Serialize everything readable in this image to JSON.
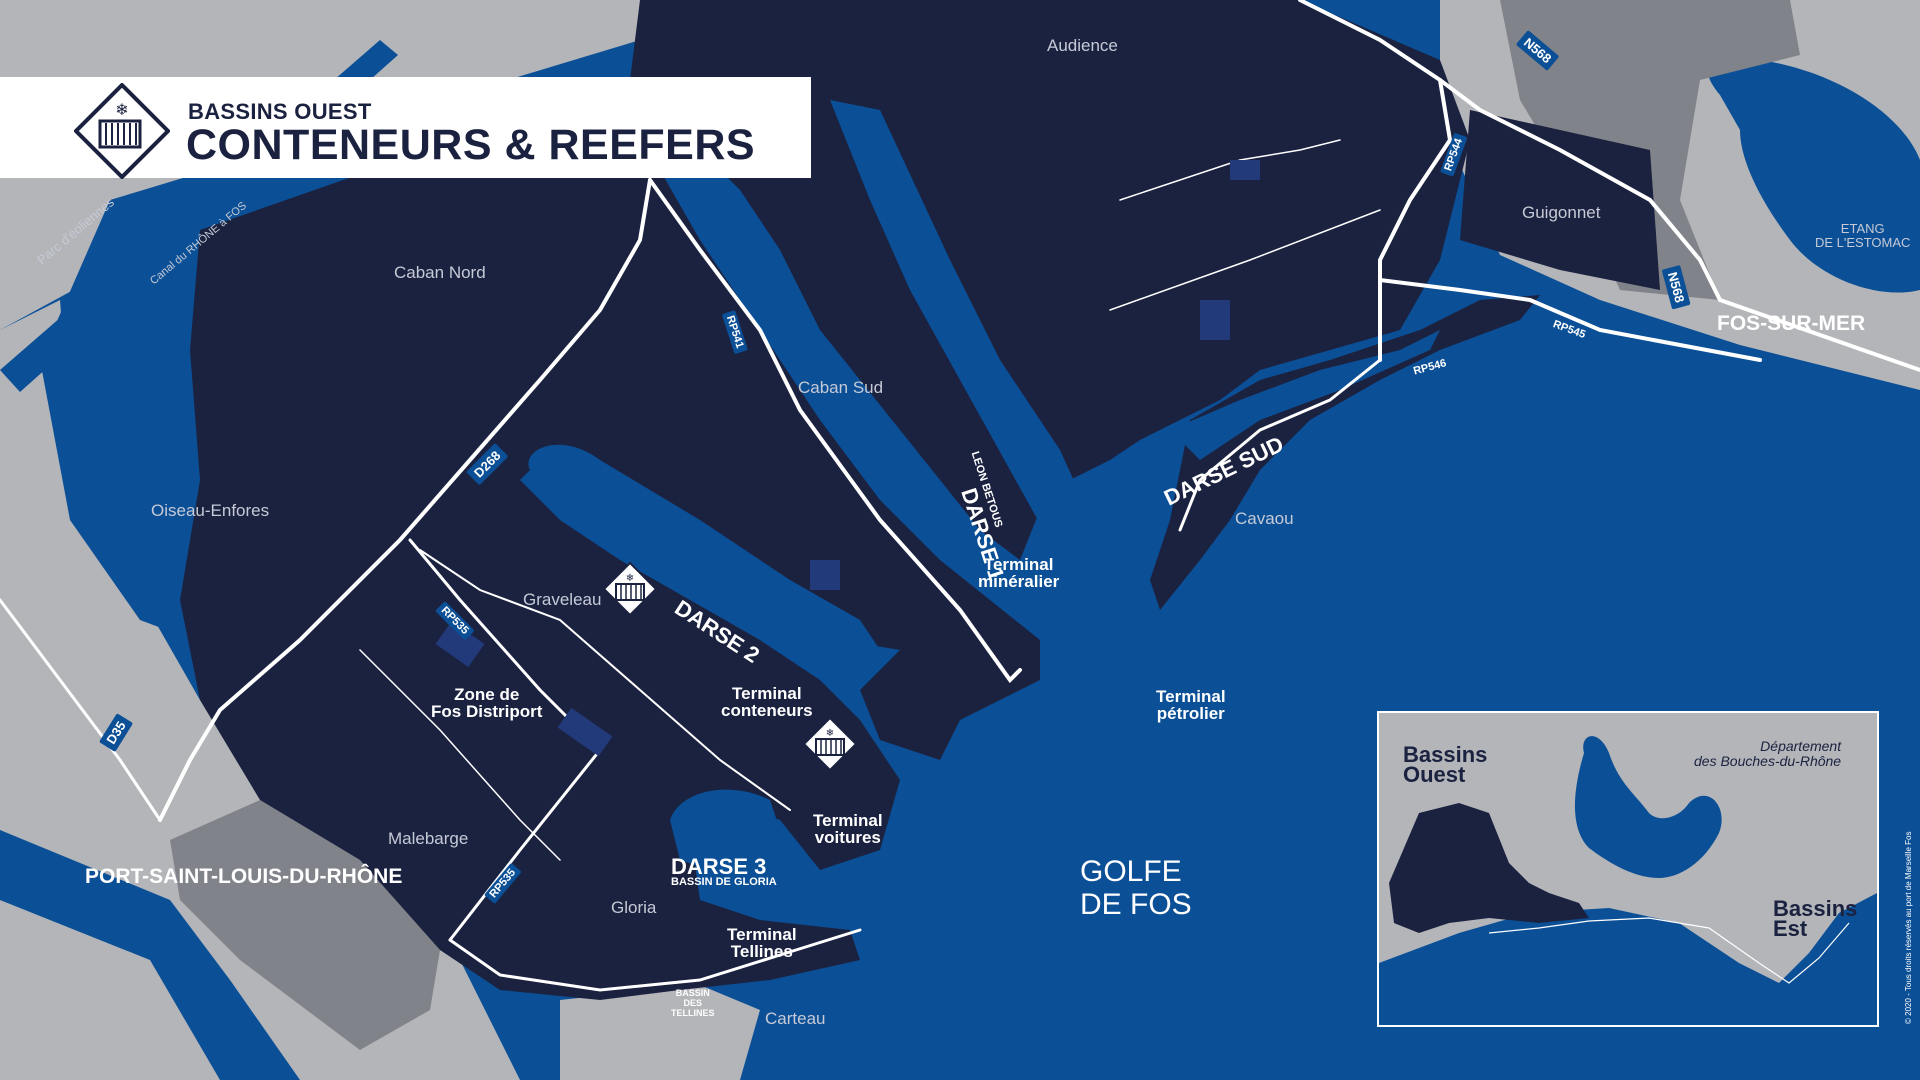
{
  "title": {
    "line1": "BASSINS OUEST",
    "line2": "CONTENEURS & REEFERS",
    "logo_icon": "reefer-container-icon"
  },
  "colors": {
    "sea": "#0b4f96",
    "land_port": "#1b2240",
    "land_other": "#b3b5b9",
    "urban": "#808389",
    "roads": "#ffffff",
    "label_white": "#ffffff",
    "label_grey": "#c6cad6"
  },
  "places": {
    "audience": "Audience",
    "caban_nord": "Caban Nord",
    "caban_sud": "Caban Sud",
    "oiseau_enfores": "Oiseau-Enfores",
    "graveleau": "Graveleau",
    "malebarge": "Malebarge",
    "gloria": "Gloria",
    "carteau": "Carteau",
    "cavaou": "Cavaou",
    "guigonnet": "Guigonnet",
    "etang": "ETANG\nDE L'ESTOMAC",
    "parc_eoliennes": "Parc d'éoliennes",
    "canal": "Canal du RHÔNE à FOS"
  },
  "towns": {
    "fos_sur_mer": "FOS-SUR-MER",
    "port_saint_louis": "PORT-SAINT-LOUIS-DU-RHÔNE"
  },
  "basins": {
    "darse1": "DARSE 1",
    "darse1_sub": "LEON BETOUS",
    "darse2": "DARSE 2",
    "darse_sud": "DARSE SUD",
    "darse3": "DARSE 3",
    "darse3_sub": "BASSIN DE GLORIA",
    "bassin_tellines": "BASSIN\nDES\nTELLINES",
    "golfe": "GOLFE\nDE FOS"
  },
  "terminals": {
    "mineralier": "Terminal\nminéralier",
    "conteneurs": "Terminal\nconteneurs",
    "voitures": "Terminal\nvoitures",
    "tellines": "Terminal\nTellines",
    "petrolier": "Terminal\npétrolier",
    "distriport": "Zone de\nFos Distriport"
  },
  "roads": {
    "n568_top": "N568",
    "n568_right": "N568",
    "rp544": "RP544",
    "rp545": "RP545",
    "rp546": "RP546",
    "rp541": "RP541",
    "d268": "D268",
    "rp535_top": "RP535",
    "rp535_bottom": "RP535",
    "d35": "D35"
  },
  "markers": [
    {
      "name": "reefer-container-icon",
      "place": "Graveleau"
    },
    {
      "name": "reefer-container-icon",
      "place": "Terminal conteneurs"
    }
  ],
  "inset": {
    "ouest": "Bassins\nOuest",
    "est": "Bassins\nEst",
    "departement": "Département\ndes Bouches-du-Rhône"
  },
  "credit": "© 2020 - Tous droits réservés au port de Marseille Fos"
}
